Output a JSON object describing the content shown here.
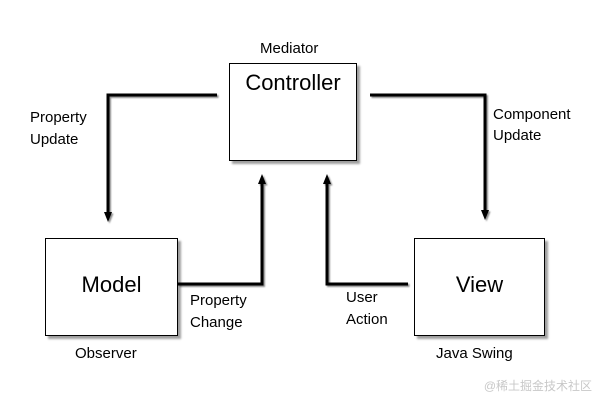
{
  "nodes": {
    "controller": {
      "label": "Controller",
      "caption": "Mediator"
    },
    "model": {
      "label": "Model",
      "caption": "Observer"
    },
    "view": {
      "label": "View",
      "caption": "Java Swing"
    }
  },
  "edges": {
    "property_update": {
      "line1": "Property",
      "line2": "Update"
    },
    "component_update": {
      "line1": "Component",
      "line2": "Update"
    },
    "property_change": {
      "line1": "Property",
      "line2": "Change"
    },
    "user_action": {
      "line1": "User",
      "line2": "Action"
    }
  },
  "watermark": "@稀土掘金技术社区"
}
